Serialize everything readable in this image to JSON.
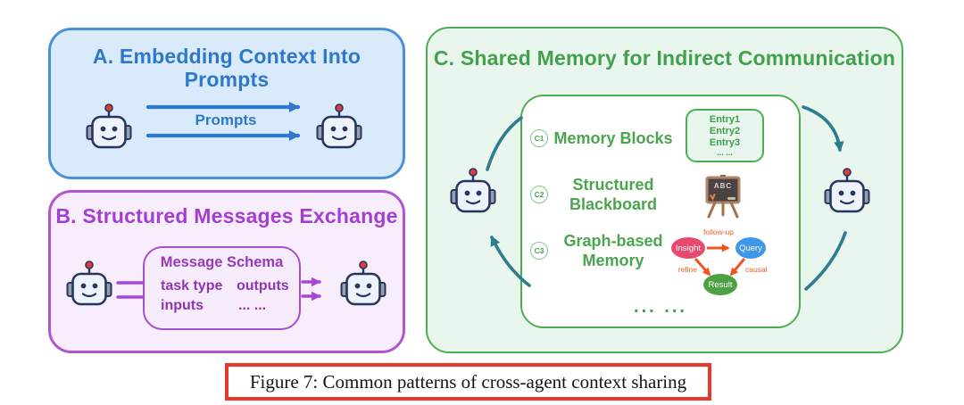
{
  "caption": "Figure 7: Common patterns of cross-agent context sharing",
  "panel_a": {
    "title": "A. Embedding Context Into Prompts",
    "arrow_label": "Prompts"
  },
  "panel_b": {
    "title": "B. Structured Messages Exchange",
    "schema": {
      "title": "Message Schema",
      "fields": [
        "task type",
        "outputs",
        "inputs",
        "... ..."
      ]
    }
  },
  "panel_c": {
    "title": "C. Shared Memory for Indirect Communication",
    "rows": [
      {
        "badge": "C1",
        "line1": "Memory Blocks",
        "line2": ""
      },
      {
        "badge": "C2",
        "line1": "Structured",
        "line2": "Blackboard"
      },
      {
        "badge": "C3",
        "line1": "Graph-based",
        "line2": "Memory"
      }
    ],
    "memory_entries": [
      "Entry1",
      "Entry2",
      "Entry3",
      "... ..."
    ],
    "blackboard_label": "ABC",
    "graph": {
      "nodes": [
        {
          "label": "Insight",
          "color": "#e84a6f"
        },
        {
          "label": "Query",
          "color": "#3e97e8"
        },
        {
          "label": "Result",
          "color": "#4da043"
        }
      ],
      "edge_labels": [
        "follow-up",
        "refine",
        "causal"
      ]
    },
    "ellipsis": "... ..."
  },
  "colors": {
    "blue_border": "#4a90d9",
    "blue_fill": "#d9ebfa",
    "blue_text": "#2d78cc",
    "purple_border": "#b055d2",
    "purple_fill": "#f8edfc",
    "purple_text": "#a43ecf",
    "green_border": "#4cae51",
    "green_fill": "#e8f6ed",
    "green_text": "#43a04d",
    "teal_arrow": "#2e7d8e",
    "graph_arrow_orange": "#f0541f",
    "caption_box_red": "#e9382b"
  }
}
